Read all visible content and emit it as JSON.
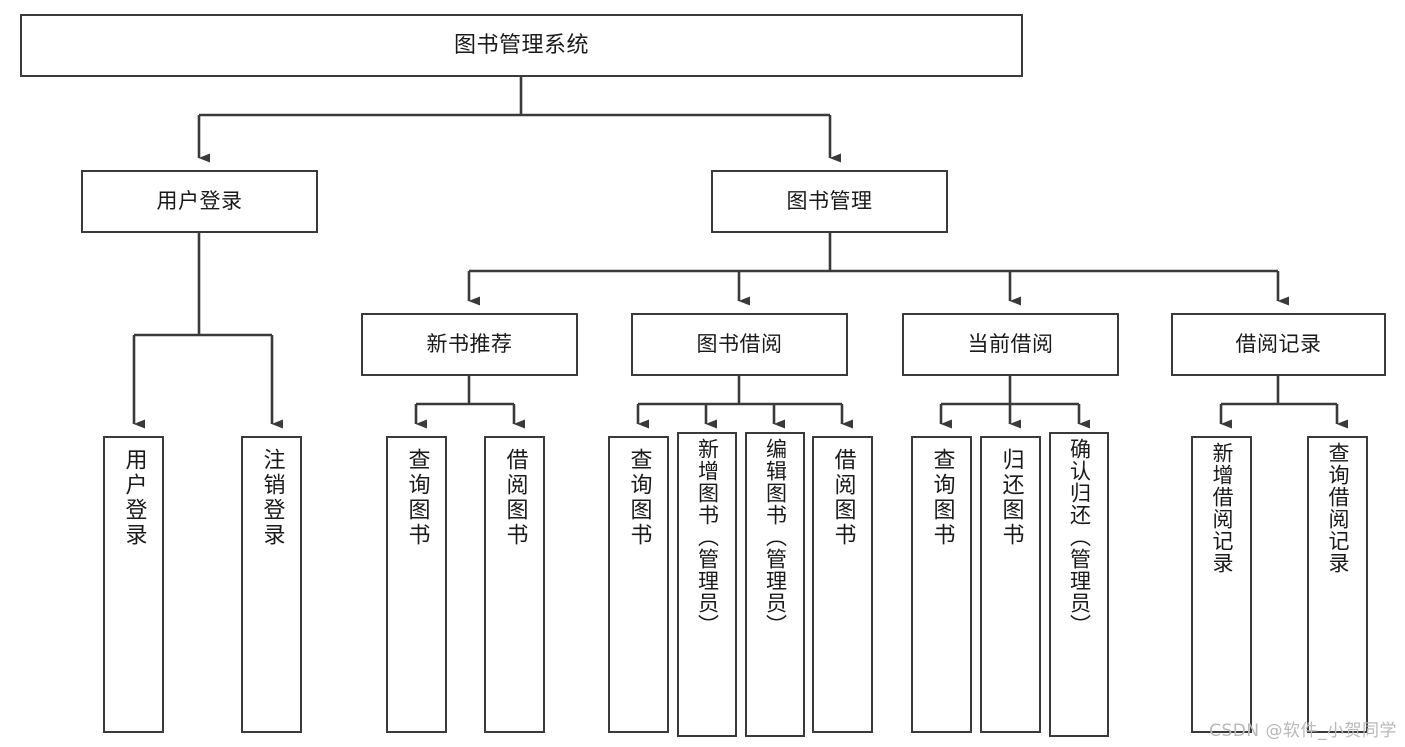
{
  "diagram": {
    "title": "图书管理系统",
    "type": "tree-hierarchy-diagram",
    "watermark": "CSDN @软件_小贺同学",
    "colors": {
      "box_border": "#3a3a3a",
      "box_fill": "#ffffff",
      "connector": "#3a3a3a",
      "text": "#1a1a1a",
      "watermark": "#b9b9b9",
      "background": "#ffffff"
    },
    "root": {
      "label": "图书管理系统"
    },
    "level1": [
      {
        "id": "user-login",
        "label": "用户登录"
      },
      {
        "id": "book-manage",
        "label": "图书管理"
      }
    ],
    "level2": [
      {
        "id": "new-book-recommend",
        "label": "新书推荐"
      },
      {
        "id": "book-borrow",
        "label": "图书借阅"
      },
      {
        "id": "current-borrow",
        "label": "当前借阅"
      },
      {
        "id": "borrow-record",
        "label": "借阅记录"
      }
    ],
    "leaves": {
      "user_login": [
        {
          "id": "leaf-user-login",
          "label": "用户登录"
        },
        {
          "id": "leaf-logout-login",
          "label": "注销登录"
        }
      ],
      "new_book_recommend": [
        {
          "id": "leaf-query-book-1",
          "label": "查询图书"
        },
        {
          "id": "leaf-borrow-book-1",
          "label": "借阅图书"
        }
      ],
      "book_borrow": [
        {
          "id": "leaf-query-book-2",
          "label": "查询图书"
        },
        {
          "id": "leaf-add-book",
          "label": "新增图书（管理员）"
        },
        {
          "id": "leaf-edit-book",
          "label": "编辑图书（管理员）"
        },
        {
          "id": "leaf-borrow-book-2",
          "label": "借阅图书"
        }
      ],
      "current_borrow": [
        {
          "id": "leaf-query-book-3",
          "label": "查询图书"
        },
        {
          "id": "leaf-return-book",
          "label": "归还图书"
        },
        {
          "id": "leaf-confirm-return",
          "label": "确认归还（管理员）"
        }
      ],
      "borrow_record": [
        {
          "id": "leaf-add-record",
          "label": "新增借阅记录"
        },
        {
          "id": "leaf-query-record",
          "label": "查询借阅记录"
        }
      ]
    }
  }
}
